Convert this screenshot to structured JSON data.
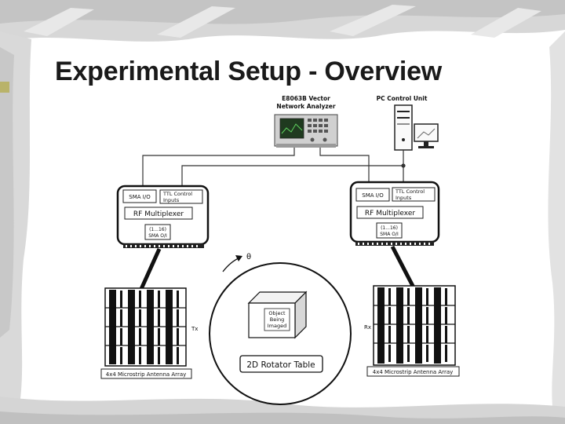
{
  "slide": {
    "title": "Experimental Setup - Overview"
  },
  "instruments": {
    "vna_line1": "E8063B Vector",
    "vna_line2": "Network Analyzer",
    "pc_label": "PC Control Unit"
  },
  "multiplexer_left": {
    "sma_io": "SMA I/O",
    "ttl_line1": "TTL Control",
    "ttl_line2": "Inputs",
    "title": "RF Multiplexer",
    "out_line1": "(1...16)",
    "out_line2": "SMA O/I"
  },
  "multiplexer_right": {
    "sma_io": "SMA I/O",
    "ttl_line1": "TTL Control",
    "ttl_line2": "Inputs",
    "title": "RF Multiplexer",
    "out_line1": "(1...16)",
    "out_line2": "SMA O/I"
  },
  "antenna_tx": {
    "side_label": "Tx",
    "caption": "4x4 Microstrip Antenna Array"
  },
  "antenna_rx": {
    "side_label": "Rx",
    "caption": "4x4 Microstrip Antenna Array"
  },
  "rotator": {
    "theta": "θ",
    "object_line1": "Object",
    "object_line2": "Being",
    "object_line3": "Imaged",
    "table_label": "2D Rotator Table"
  }
}
